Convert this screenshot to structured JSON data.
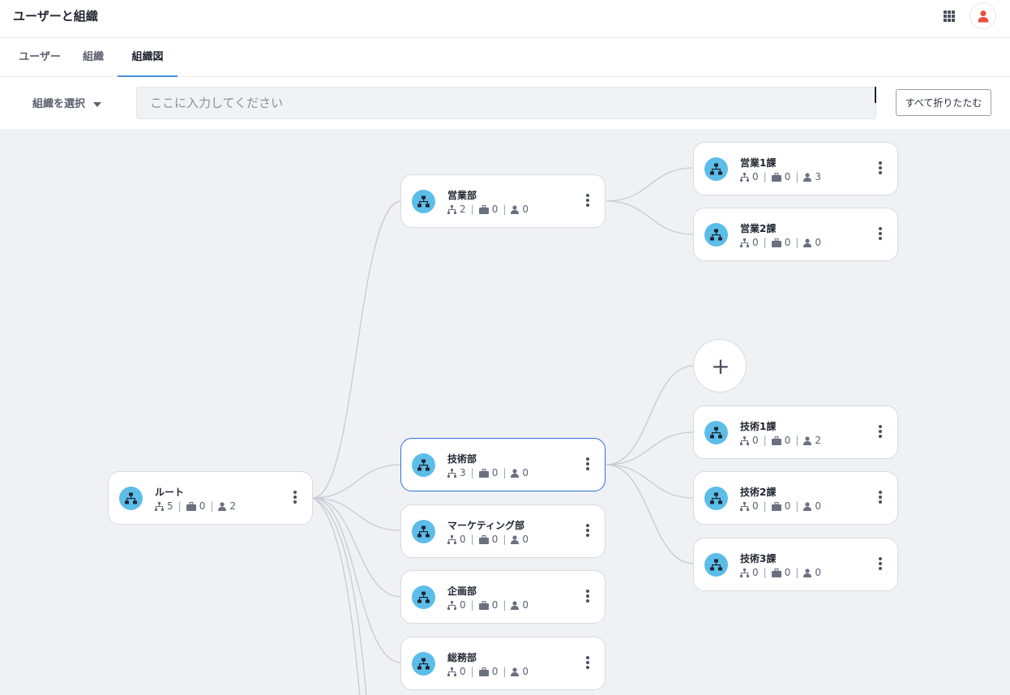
{
  "header": {
    "title": "ユーザーと組織"
  },
  "tabs": [
    {
      "label": "ユーザー"
    },
    {
      "label": "組織"
    },
    {
      "label": "組織図"
    }
  ],
  "filter": {
    "select_label": "組織を選択",
    "search_placeholder": "ここに入力してください",
    "collapse_label": "すべて折りたたむ"
  },
  "nodes": {
    "root": {
      "name": "ルート",
      "orgs": "5",
      "positions": "0",
      "users": "2"
    },
    "sales": {
      "name": "営業部",
      "orgs": "2",
      "positions": "0",
      "users": "0"
    },
    "sales1": {
      "name": "営業1課",
      "orgs": "0",
      "positions": "0",
      "users": "3"
    },
    "sales2": {
      "name": "営業2課",
      "orgs": "0",
      "positions": "0",
      "users": "0"
    },
    "tech": {
      "name": "技術部",
      "orgs": "3",
      "positions": "0",
      "users": "0"
    },
    "tech1": {
      "name": "技術1課",
      "orgs": "0",
      "positions": "0",
      "users": "2"
    },
    "tech2": {
      "name": "技術2課",
      "orgs": "0",
      "positions": "0",
      "users": "0"
    },
    "tech3": {
      "name": "技術3課",
      "orgs": "0",
      "positions": "0",
      "users": "0"
    },
    "mkt": {
      "name": "マーケティング部",
      "orgs": "0",
      "positions": "0",
      "users": "0"
    },
    "plan": {
      "name": "企画部",
      "orgs": "0",
      "positions": "0",
      "users": "0"
    },
    "ga": {
      "name": "総務部",
      "orgs": "0",
      "positions": "0",
      "users": "0"
    }
  },
  "add_node": {
    "symbol": "+"
  }
}
